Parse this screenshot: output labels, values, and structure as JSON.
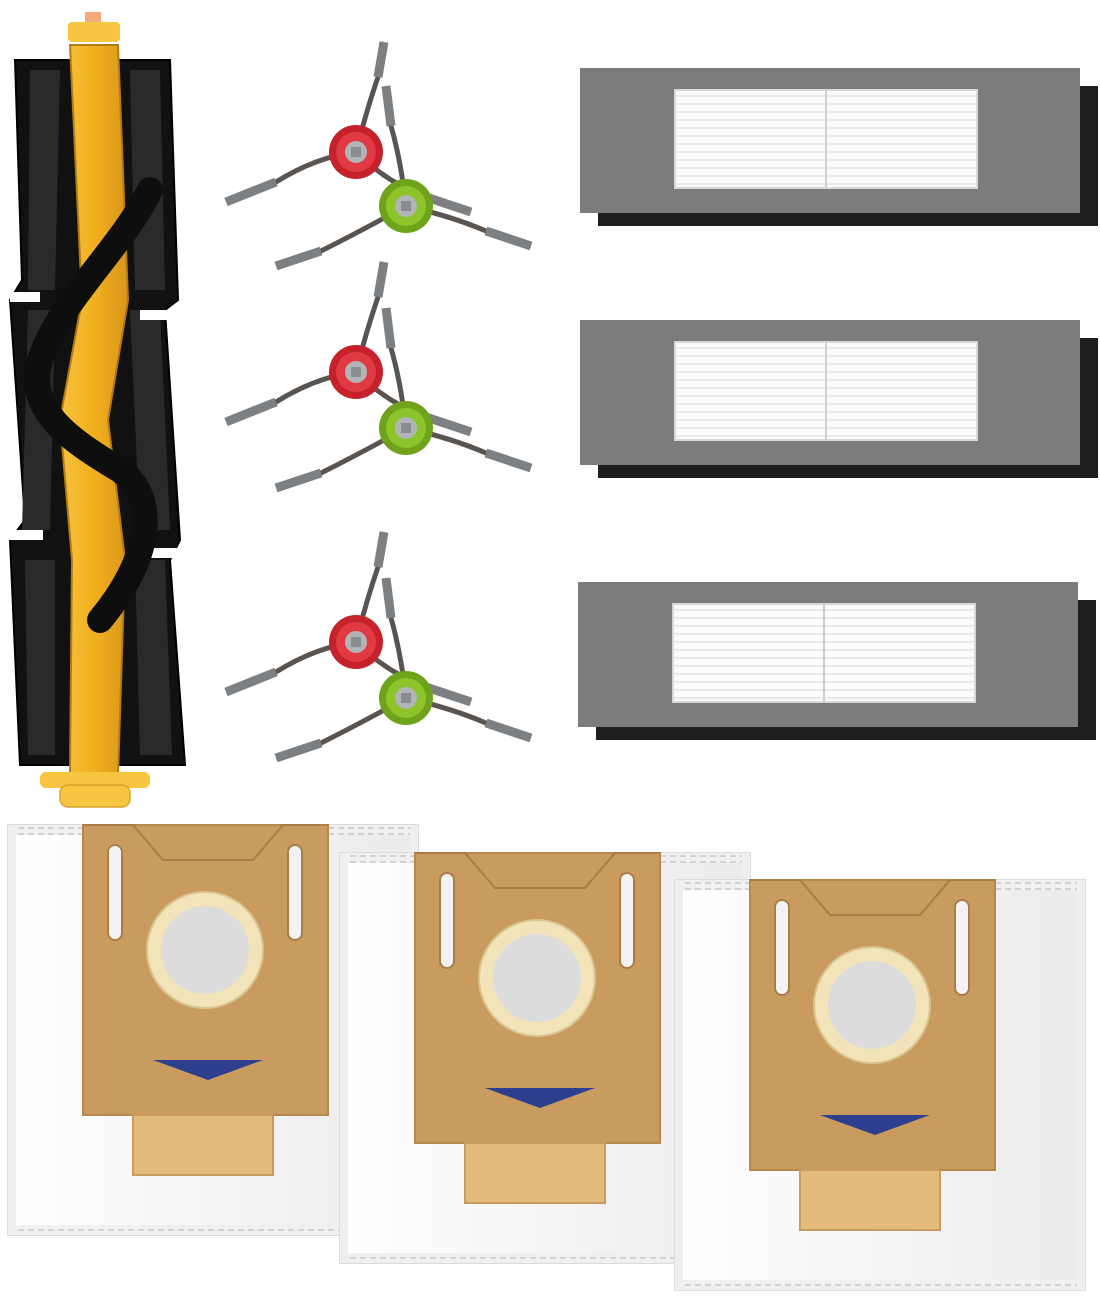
{
  "scene": {
    "background": "#ffffff",
    "items": {
      "main_roller_brush": {
        "count": 1,
        "brush_color": "#111111",
        "core_color": "#f2b01e",
        "cap_color": "#f7c640"
      },
      "side_brushes": {
        "count": 6,
        "hub_colors": [
          "#d8262f",
          "#7fb321"
        ],
        "arm_color": "#5a5450",
        "bristle_color": "#7d8082"
      },
      "hepa_filters": {
        "count": 3,
        "frame_color": "#7b7c7e",
        "media_color": "#fafafa",
        "sponge_color": "#1e1e1e"
      },
      "dust_bags": {
        "count": 3,
        "fabric_color": "#f6f6f6",
        "cardboard_color": "#c99b5e",
        "seal_color": "#dcdcdc",
        "arrow_color": "#2f3f8f"
      }
    }
  }
}
